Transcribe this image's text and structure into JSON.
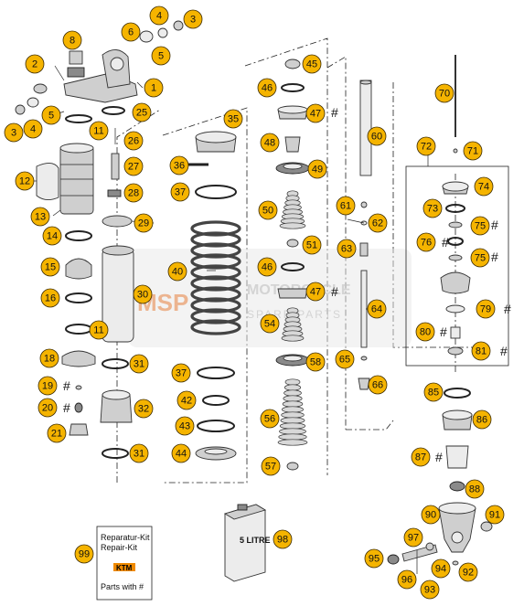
{
  "watermark": {
    "brand": "MSP",
    "line1": "MOTORCYCLE",
    "line2": "SPARE PARTS"
  },
  "repair_kit": {
    "line1": "Reparatur-Kit",
    "line2": "Repair-Kit",
    "logo": "KTM",
    "line3": "Parts with #"
  },
  "oil_can": {
    "label": "5 LITRE"
  },
  "callouts": [
    "1",
    "2",
    "3",
    "3",
    "4",
    "4",
    "5",
    "5",
    "6",
    "8",
    "11",
    "11",
    "12",
    "13",
    "14",
    "15",
    "16",
    "18",
    "19",
    "20",
    "21",
    "25",
    "26",
    "27",
    "28",
    "29",
    "30",
    "31",
    "31",
    "32",
    "35",
    "36",
    "37",
    "37",
    "40",
    "42",
    "43",
    "44",
    "45",
    "46",
    "46",
    "47",
    "47",
    "48",
    "49",
    "50",
    "51",
    "54",
    "56",
    "57",
    "58",
    "60",
    "61",
    "62",
    "63",
    "64",
    "65",
    "66",
    "70",
    "71",
    "72",
    "73",
    "74",
    "75",
    "75",
    "76",
    "79",
    "80",
    "81",
    "85",
    "86",
    "87",
    "88",
    "90",
    "91",
    "92",
    "93",
    "94",
    "95",
    "96",
    "97",
    "98",
    "99"
  ],
  "hash_mark": "#",
  "colors": {
    "callout_fill": "#f5b400",
    "part_gray": "#cfcfcf"
  }
}
